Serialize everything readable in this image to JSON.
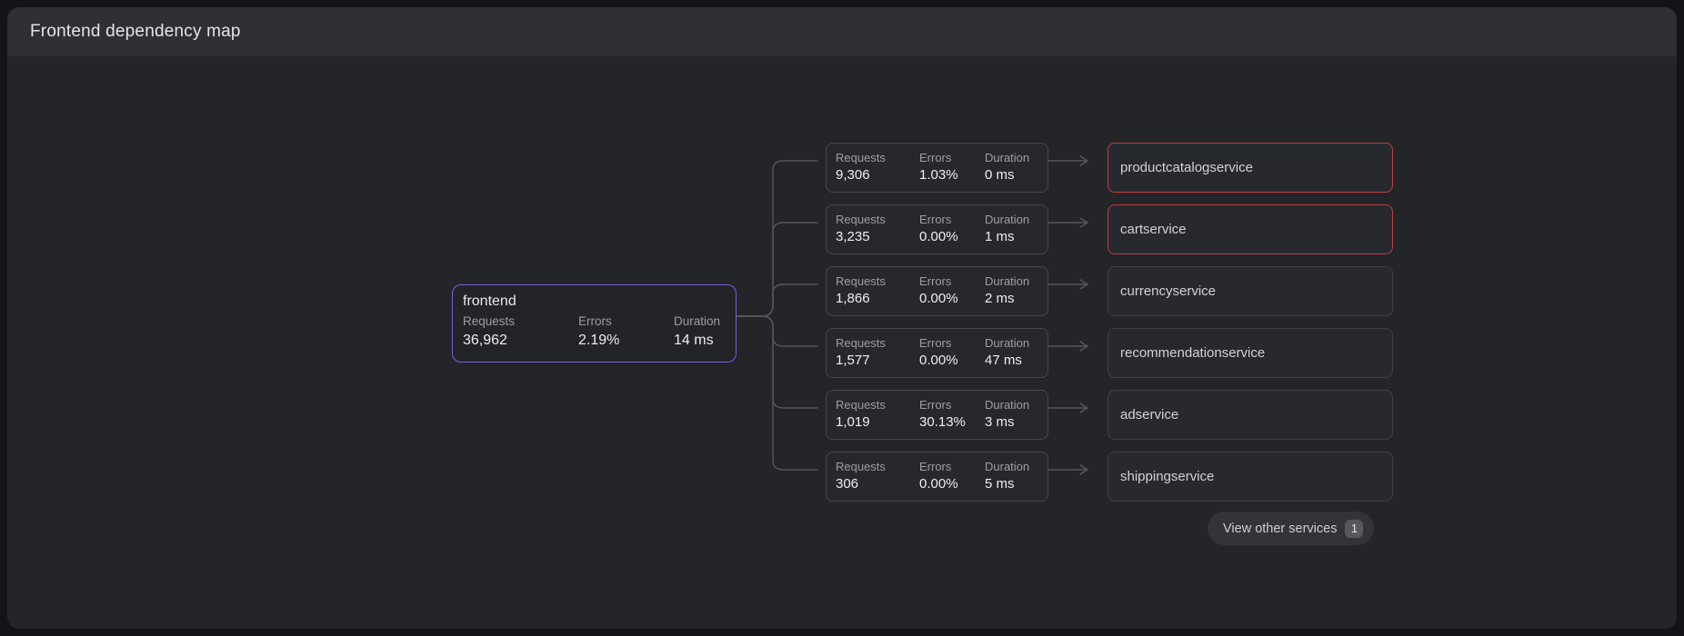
{
  "panel": {
    "title": "Frontend dependency map"
  },
  "stat_labels": {
    "requests": "Requests",
    "errors": "Errors",
    "duration": "Duration"
  },
  "root_node": {
    "name": "frontend",
    "requests": "36,962",
    "errors": "2.19%",
    "duration": "14 ms"
  },
  "edges": [
    {
      "requests": "9,306",
      "errors": "1.03%",
      "duration": "0 ms",
      "target": "productcatalogservice",
      "alert": true
    },
    {
      "requests": "3,235",
      "errors": "0.00%",
      "duration": "1 ms",
      "target": "cartservice",
      "alert": true
    },
    {
      "requests": "1,866",
      "errors": "0.00%",
      "duration": "2 ms",
      "target": "currencyservice",
      "alert": false
    },
    {
      "requests": "1,577",
      "errors": "0.00%",
      "duration": "47 ms",
      "target": "recommendationservice",
      "alert": false
    },
    {
      "requests": "1,019",
      "errors": "30.13%",
      "duration": "3 ms",
      "target": "adservice",
      "alert": false
    },
    {
      "requests": "306",
      "errors": "0.00%",
      "duration": "5 ms",
      "target": "shippingservice",
      "alert": false
    }
  ],
  "other_services_button": {
    "label": "View other services",
    "badge": "1"
  },
  "colors": {
    "accent_purple": "#7c5ed6",
    "alert_red": "#bf3f3e",
    "panel_bg": "#232529",
    "header_bg": "#2e3035",
    "connector": "#54565b"
  }
}
